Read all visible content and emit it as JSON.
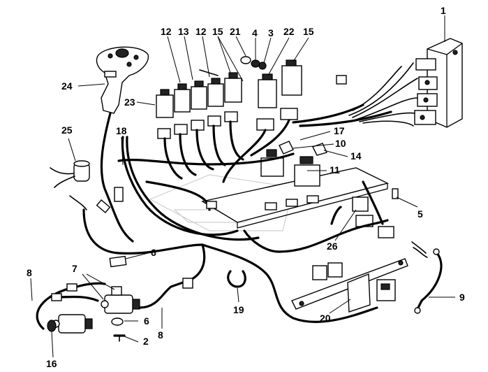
{
  "callouts": [
    {
      "id": "c1",
      "label": "1"
    },
    {
      "id": "c2",
      "label": "2"
    },
    {
      "id": "c3",
      "label": "3"
    },
    {
      "id": "c4",
      "label": "4"
    },
    {
      "id": "c5",
      "label": "5"
    },
    {
      "id": "c6a",
      "label": "6"
    },
    {
      "id": "c6b",
      "label": "6"
    },
    {
      "id": "c7",
      "label": "7"
    },
    {
      "id": "c8a",
      "label": "8"
    },
    {
      "id": "c8b",
      "label": "8"
    },
    {
      "id": "c9",
      "label": "9"
    },
    {
      "id": "c10",
      "label": "10"
    },
    {
      "id": "c11",
      "label": "11"
    },
    {
      "id": "c12a",
      "label": "12"
    },
    {
      "id": "c12b",
      "label": "12"
    },
    {
      "id": "c13",
      "label": "13"
    },
    {
      "id": "c14",
      "label": "14"
    },
    {
      "id": "c15a",
      "label": "15"
    },
    {
      "id": "c15b",
      "label": "15"
    },
    {
      "id": "c16",
      "label": "16"
    },
    {
      "id": "c17",
      "label": "17"
    },
    {
      "id": "c18",
      "label": "18"
    },
    {
      "id": "c19",
      "label": "19"
    },
    {
      "id": "c20",
      "label": "20"
    },
    {
      "id": "c21",
      "label": "21"
    },
    {
      "id": "c22",
      "label": "22"
    },
    {
      "id": "c23",
      "label": "23"
    },
    {
      "id": "c24",
      "label": "24"
    },
    {
      "id": "c25",
      "label": "25"
    },
    {
      "id": "c26",
      "label": "26"
    }
  ]
}
